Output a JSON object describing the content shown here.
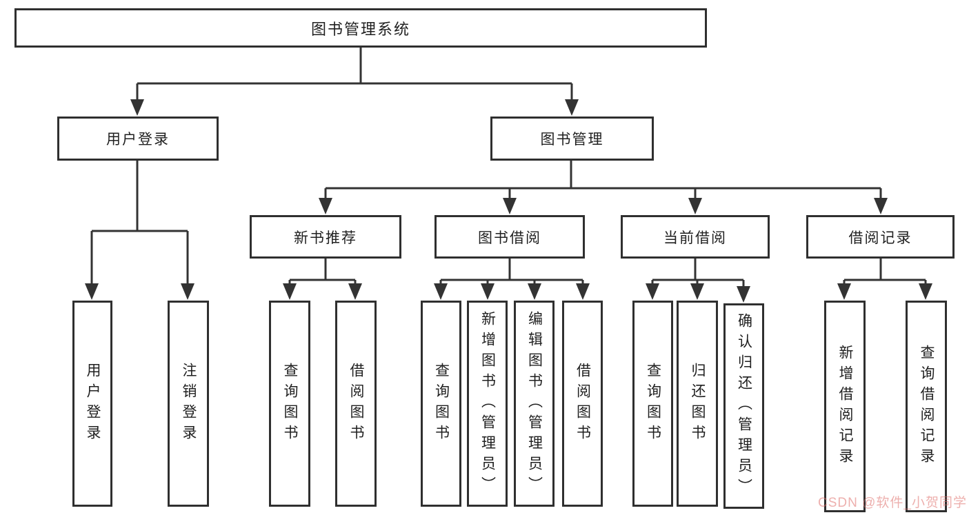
{
  "diagram": {
    "type": "hierarchy-tree",
    "watermark": "CSDN @软件_小贺同学",
    "colors": {
      "background": "#ffffff",
      "line": "#333333",
      "box_border": "#2f2f2f",
      "text": "#1f1f1f",
      "watermark": "#df6e6a"
    },
    "nodes": {
      "root": "图书管理系统",
      "user_login": "用户登录",
      "book_management": "图书管理",
      "new_book": "新书推荐",
      "book_borrow": "图书借阅",
      "current_borrow": "当前借阅",
      "borrow_record": "借阅记录",
      "leaf_user_login": "用户登录",
      "leaf_logout": "注销登录",
      "leaf_nb_query": "查询图书",
      "leaf_nb_borrow": "借阅图书",
      "leaf_bb_query": "查询图书",
      "leaf_bb_add": "新增图书（管理员）",
      "leaf_bb_edit": "编辑图书（管理员）",
      "leaf_bb_borrow": "借阅图书",
      "leaf_cb_query": "查询图书",
      "leaf_cb_return": "归还图书",
      "leaf_cb_confirm": "确认归还（管理员）",
      "leaf_br_add": "新增借阅记录",
      "leaf_br_query": "查询借阅记录"
    },
    "hierarchy": {
      "图书管理系统": {
        "用户登录": [
          "用户登录",
          "注销登录"
        ],
        "图书管理": {
          "新书推荐": [
            "查询图书",
            "借阅图书"
          ],
          "图书借阅": [
            "查询图书",
            "新增图书（管理员）",
            "编辑图书（管理员）",
            "借阅图书"
          ],
          "当前借阅": [
            "查询图书",
            "归还图书",
            "确认归还（管理员）"
          ],
          "借阅记录": [
            "新增借阅记录",
            "查询借阅记录"
          ]
        }
      }
    }
  }
}
